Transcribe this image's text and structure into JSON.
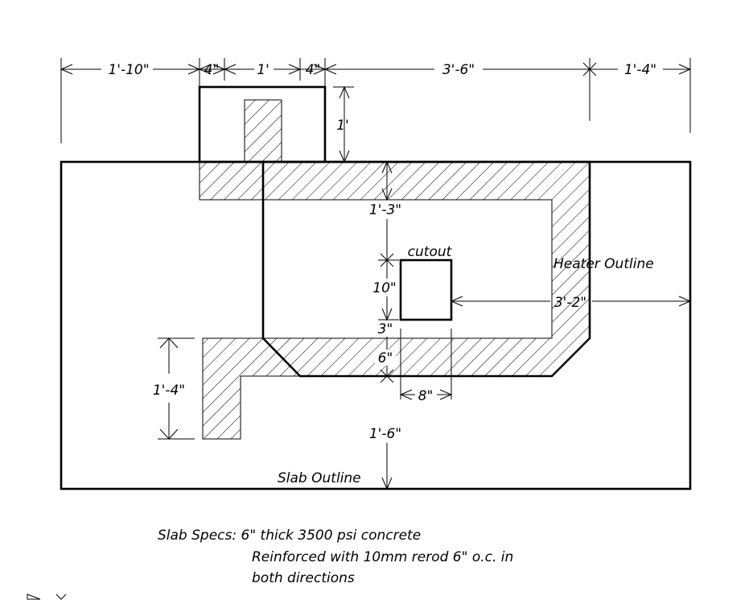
{
  "dimensions": {
    "top_1": "1'-10\"",
    "top_2": "4\"",
    "top_3": "1'",
    "top_4": "4\"",
    "top_5": "3'-6\"",
    "top_6": "1'-4\"",
    "chimney_height": "1'",
    "inner_top": "1'-3\"",
    "cutout_height": "10\"",
    "cutout_to_edge": "3'-2\"",
    "inner_bottom": "3\"",
    "wall_thickness": "6\"",
    "cutout_width": "8\"",
    "left_wing": "1'-4\"",
    "bottom": "1'-6\""
  },
  "labels": {
    "cutout": "cutout",
    "heater_outline": "Heater Outline",
    "slab_outline": "Slab Outline"
  },
  "specs": {
    "line1": "Slab Specs:  6\"  thick  3500  psi  concrete",
    "line2": "Reinforced  with  10mm  rerod  6\"  o.c.  in",
    "line3": "both  directions"
  }
}
